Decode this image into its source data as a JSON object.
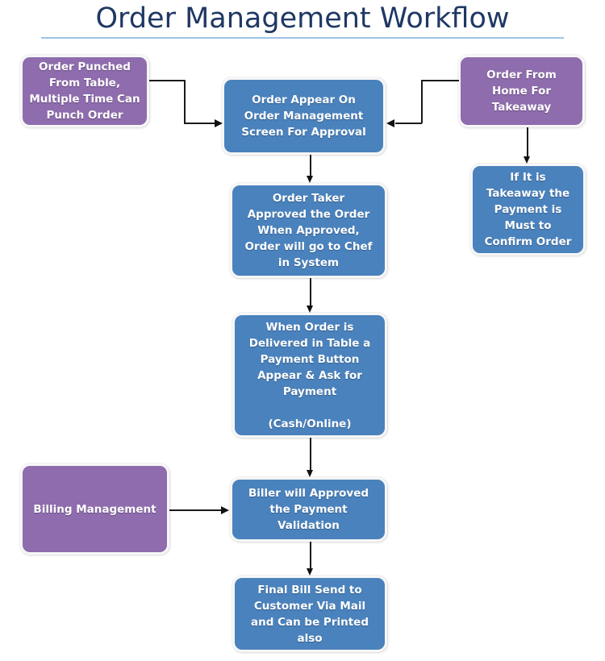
{
  "page": {
    "title": "Order Management Workflow",
    "background_color": "#ffffff",
    "title_color": "#1F3864",
    "rule_color": "#9DC3E6"
  },
  "palette": {
    "source_node": "#8E6CAD",
    "process_node": "#4A82BD",
    "connector": "#1a1a1a",
    "node_text": "#ffffff"
  },
  "diagram": {
    "type": "flowchart",
    "nodes": [
      {
        "id": "order-punched-from-table",
        "label": "Order Punched\nFrom Table,\nMultiple Time Can\nPunch Order",
        "color": "#8E6CAD",
        "role": "source"
      },
      {
        "id": "order-from-home-takeaway",
        "label": "Order From\nHome For\nTakeaway",
        "color": "#8E6CAD",
        "role": "source"
      },
      {
        "id": "order-appear-on-screen",
        "label": "Order Appear On\nOrder Management\nScreen For Approval",
        "color": "#4A82BD",
        "role": "process"
      },
      {
        "id": "takeaway-payment-must",
        "label": "If It is\nTakeaway the\nPayment is\nMust to\nConfirm Order",
        "color": "#4A82BD",
        "role": "process"
      },
      {
        "id": "order-taker-approved",
        "label": "Order Taker\nApproved the Order\nWhen Approved,\nOrder will go to Chef\nin System",
        "color": "#4A82BD",
        "role": "process"
      },
      {
        "id": "payment-button-appear",
        "label": "When Order is\nDelivered in Table a\nPayment Button\nAppear & Ask for\nPayment\n\n(Cash/Online)",
        "color": "#4A82BD",
        "role": "process"
      },
      {
        "id": "billing-management",
        "label": "Billing Management",
        "color": "#8E6CAD",
        "role": "source"
      },
      {
        "id": "biller-approved-validation",
        "label": "Biller will Approved\nthe Payment\nValidation",
        "color": "#4A82BD",
        "role": "process"
      },
      {
        "id": "final-bill-send",
        "label": "Final Bill Send to\nCustomer Via Mail\nand Can be Printed\nalso",
        "color": "#4A82BD",
        "role": "process"
      }
    ],
    "edges": [
      {
        "from": "order-punched-from-table",
        "to": "order-appear-on-screen",
        "style": "elbow"
      },
      {
        "from": "order-from-home-takeaway",
        "to": "order-appear-on-screen",
        "style": "elbow"
      },
      {
        "from": "order-from-home-takeaway",
        "to": "takeaway-payment-must",
        "style": "straight"
      },
      {
        "from": "order-appear-on-screen",
        "to": "order-taker-approved",
        "style": "straight"
      },
      {
        "from": "order-taker-approved",
        "to": "payment-button-appear",
        "style": "straight"
      },
      {
        "from": "payment-button-appear",
        "to": "biller-approved-validation",
        "style": "straight"
      },
      {
        "from": "billing-management",
        "to": "biller-approved-validation",
        "style": "straight"
      },
      {
        "from": "biller-approved-validation",
        "to": "final-bill-send",
        "style": "straight"
      }
    ]
  }
}
